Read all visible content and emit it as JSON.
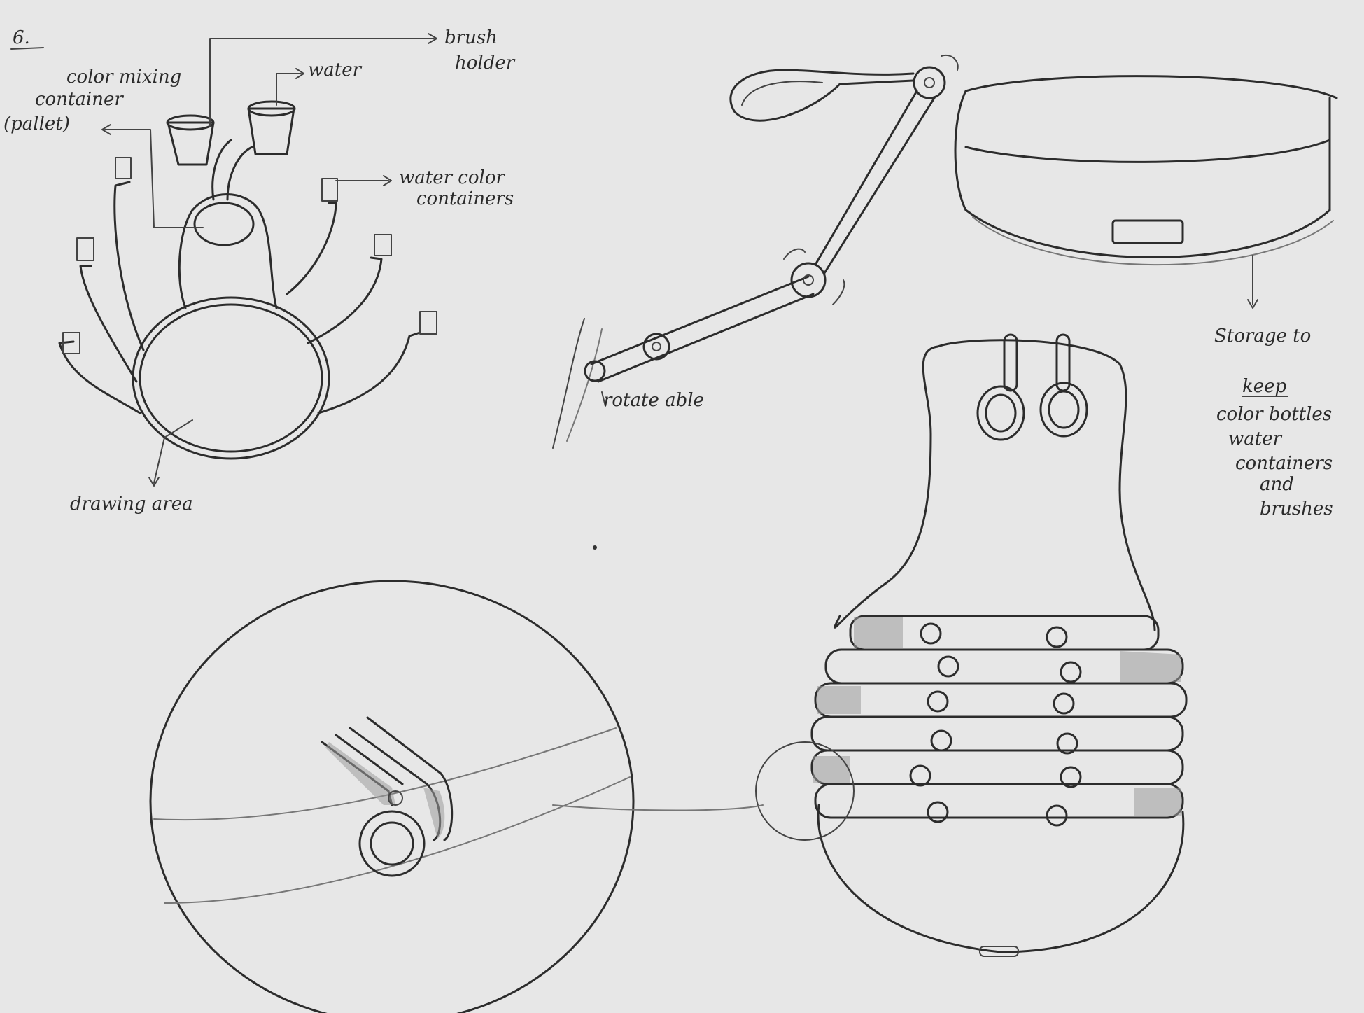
{
  "page_number": "6.",
  "labels": {
    "brush_holder": [
      "brush",
      "holder"
    ],
    "color_mixing": [
      "color mixing",
      "container",
      "(pallet)"
    ],
    "water": "water",
    "water_color_containers": [
      "water color",
      "containers"
    ],
    "drawing_area": "drawing area",
    "rotatable": "rotate able",
    "storage": [
      "Storage to",
      "keep",
      "color bottles",
      "water",
      "containers",
      "and",
      "brushes"
    ]
  },
  "colors": {
    "paper": "#e7e7e7",
    "pencil": "#2c2c2c",
    "shading": "#9c9c9c"
  },
  "icons": [
    "arrow-icon",
    "rotation-arrow-icon"
  ]
}
